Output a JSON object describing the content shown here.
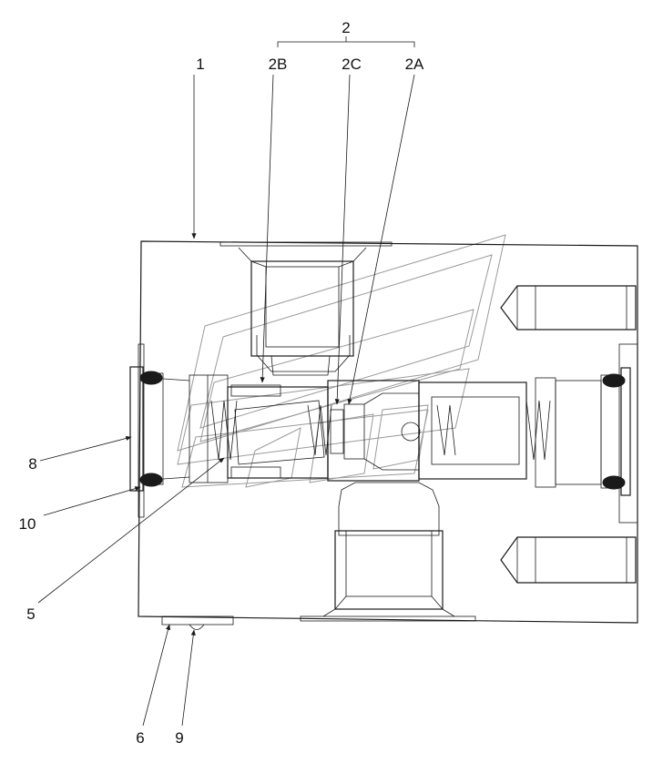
{
  "callouts": {
    "c1": "1",
    "c2": "2",
    "c2A": "2A",
    "c2B": "2B",
    "c2C": "2C",
    "c5": "5",
    "c6": "6",
    "c8": "8",
    "c9": "9",
    "c10": "10"
  },
  "colors": {
    "line": "#1a1a1a",
    "watermark": "#9a9a9a",
    "background": "#ffffff"
  }
}
